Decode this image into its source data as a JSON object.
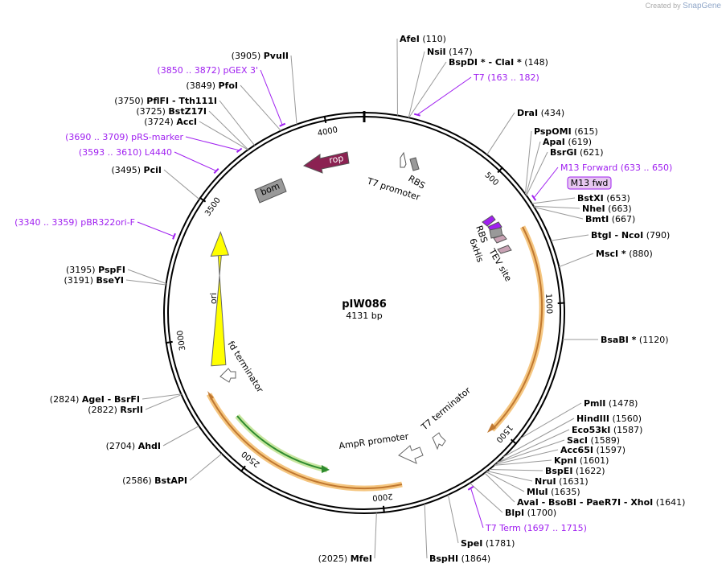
{
  "credit": {
    "prefix": "Created by",
    "brand": "SnapGene"
  },
  "plasmid": {
    "name": "pIW086",
    "length": "4131 bp",
    "total_bp": 4131
  },
  "ticks": [
    {
      "bp": 500,
      "label": "500"
    },
    {
      "bp": 1000,
      "label": "1000"
    },
    {
      "bp": 1500,
      "label": "1500"
    },
    {
      "bp": 2000,
      "label": "2000"
    },
    {
      "bp": 2500,
      "label": "2500"
    },
    {
      "bp": 3000,
      "label": "3000"
    },
    {
      "bp": 3500,
      "label": "3500"
    },
    {
      "bp": 4000,
      "label": "4000"
    }
  ],
  "enzymes": [
    {
      "name": "AfeI",
      "pos": "(110)",
      "bp": 110
    },
    {
      "name": "NsiI",
      "pos": "(147)",
      "bp": 147
    },
    {
      "name": "BspDI * - ClaI *",
      "pos": "(148)",
      "bp": 148
    },
    {
      "name": "DraI",
      "pos": "(434)",
      "bp": 434
    },
    {
      "name": "PspOMI",
      "pos": "(615)",
      "bp": 615
    },
    {
      "name": "ApaI",
      "pos": "(619)",
      "bp": 619
    },
    {
      "name": "BsrGI",
      "pos": "(621)",
      "bp": 621
    },
    {
      "name": "BstXI",
      "pos": "(653)",
      "bp": 653
    },
    {
      "name": "NheI",
      "pos": "(663)",
      "bp": 663
    },
    {
      "name": "BmtI",
      "pos": "(667)",
      "bp": 667
    },
    {
      "name": "BtgI - NcoI",
      "pos": "(790)",
      "bp": 790
    },
    {
      "name": "MscI *",
      "pos": "(880)",
      "bp": 880
    },
    {
      "name": "BsaBI *",
      "pos": "(1120)",
      "bp": 1120
    },
    {
      "name": "PmlI",
      "pos": "(1478)",
      "bp": 1478
    },
    {
      "name": "HindIII",
      "pos": "(1560)",
      "bp": 1560
    },
    {
      "name": "Eco53kI",
      "pos": "(1587)",
      "bp": 1587
    },
    {
      "name": "SacI",
      "pos": "(1589)",
      "bp": 1589
    },
    {
      "name": "Acc65I",
      "pos": "(1597)",
      "bp": 1597
    },
    {
      "name": "KpnI",
      "pos": "(1601)",
      "bp": 1601
    },
    {
      "name": "BspEI",
      "pos": "(1622)",
      "bp": 1622
    },
    {
      "name": "NruI",
      "pos": "(1631)",
      "bp": 1631
    },
    {
      "name": "MluI",
      "pos": "(1635)",
      "bp": 1635
    },
    {
      "name": "AvaI - BsoBI - PaeR7I - XhoI",
      "pos": "(1641)",
      "bp": 1641
    },
    {
      "name": "BlpI",
      "pos": "(1700)",
      "bp": 1700
    },
    {
      "name": "SpeI",
      "pos": "(1781)",
      "bp": 1781
    },
    {
      "name": "BspHI",
      "pos": "(1864)",
      "bp": 1864
    },
    {
      "name": "MfeI",
      "pos": "(2025)",
      "bp": 2025
    },
    {
      "name": "BstAPI",
      "pos": "(2586)",
      "bp": 2586
    },
    {
      "name": "AhdI",
      "pos": "(2704)",
      "bp": 2704
    },
    {
      "name": "RsrII",
      "pos": "(2822)",
      "bp": 2822
    },
    {
      "name": "AgeI - BsrFI",
      "pos": "(2824)",
      "bp": 2824
    },
    {
      "name": "BseYI",
      "pos": "(3191)",
      "bp": 3191
    },
    {
      "name": "PspFI",
      "pos": "(3195)",
      "bp": 3195
    },
    {
      "name": "PciI",
      "pos": "(3495)",
      "bp": 3495
    },
    {
      "name": "AccI",
      "pos": "(3724)",
      "bp": 3724
    },
    {
      "name": "BstZ17I",
      "pos": "(3725)",
      "bp": 3725
    },
    {
      "name": "PflFI - Tth111I",
      "pos": "(3750)",
      "bp": 3750
    },
    {
      "name": "PfoI",
      "pos": "(3849)",
      "bp": 3849
    },
    {
      "name": "PvuII",
      "pos": "(3905)",
      "bp": 3905
    }
  ],
  "primers": [
    {
      "name": "T7",
      "range": "(163 .. 182)",
      "bp": 172
    },
    {
      "name": "M13 Forward",
      "range": "(633 .. 650)",
      "bp": 641
    },
    {
      "name": "T7 Term",
      "range": "(1697 .. 1715)",
      "bp": 1706
    },
    {
      "name": "pBR322ori-F",
      "range": "(3340 .. 3359)",
      "bp": 3350
    },
    {
      "name": "L4440",
      "range": "(3593 .. 3610)",
      "bp": 3601
    },
    {
      "name": "pRS-marker",
      "range": "(3690 .. 3709)",
      "bp": 3700
    },
    {
      "name": "pGEX 3'",
      "range": "(3850 .. 3872)",
      "bp": 3861
    }
  ],
  "m13_box": "M13 fwd",
  "features": [
    {
      "name": "rop",
      "color": "#8b2252"
    },
    {
      "name": "bom",
      "color": "#999999"
    },
    {
      "name": "ori",
      "color": "#ffff00"
    },
    {
      "name": "fd terminator",
      "color": "#ffffff"
    },
    {
      "name": "AmpR promoter",
      "color": "#ffffff"
    },
    {
      "name": "T7 terminator",
      "color": "#ffffff"
    },
    {
      "name": "T7 promoter",
      "color": "#ffffff"
    },
    {
      "name": "RBS",
      "color": "#999999"
    },
    {
      "name": "6xHis",
      "color": "#a020f0"
    },
    {
      "name": "TEV site",
      "color": "#c8a2b4"
    }
  ],
  "labels": {
    "rop": "rop",
    "bom": "bom",
    "ori": "ori",
    "fd_terminator": "fd terminator",
    "ampr_promoter": "AmpR promoter",
    "t7_terminator": "T7 terminator",
    "t7_promoter": "T7 promoter",
    "rbs_top": "RBS",
    "rbs_mid": "RBS",
    "his": "6xHis",
    "tev": "TEV site"
  },
  "colors": {
    "backbone": "#000000",
    "primer": "#a020f0",
    "highlight": "#f5c680",
    "orf_orange": "#c07830",
    "ampr_green": "#2e8b2e",
    "green_highlight": "#c8e6a0"
  }
}
